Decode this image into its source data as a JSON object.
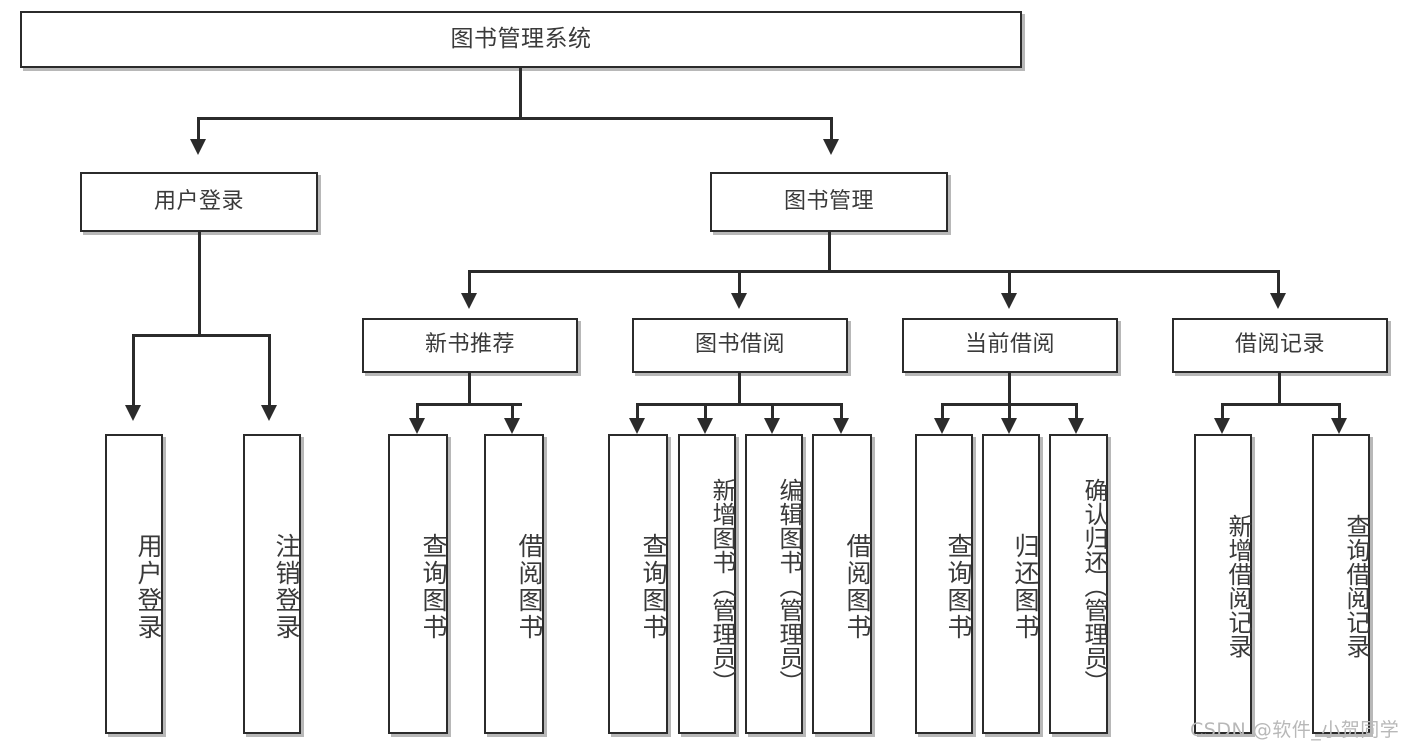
{
  "diagram": {
    "title": "图书管理系统",
    "type": "tree-hierarchy-chart",
    "root": {
      "label": "图书管理系统"
    },
    "level2": [
      {
        "label": "用户登录"
      },
      {
        "label": "图书管理"
      }
    ],
    "level3": [
      {
        "label": "新书推荐"
      },
      {
        "label": "图书借阅"
      },
      {
        "label": "当前借阅"
      },
      {
        "label": "借阅记录"
      }
    ],
    "leaves": {
      "user_login": [
        {
          "label": "用户登录"
        },
        {
          "label": "注销登录"
        }
      ],
      "new_book_recommend": [
        {
          "label": "查询图书"
        },
        {
          "label": "借阅图书"
        }
      ],
      "book_borrow": [
        {
          "label": "查询图书"
        },
        {
          "label": "新增图书（管理员）"
        },
        {
          "label": "编辑图书（管理员）"
        },
        {
          "label": "借阅图书"
        }
      ],
      "current_borrow": [
        {
          "label": "查询图书"
        },
        {
          "label": "归还图书"
        },
        {
          "label": "确认归还（管理员）"
        }
      ],
      "borrow_record": [
        {
          "label": "新增借阅记录"
        },
        {
          "label": "查询借阅记录"
        }
      ]
    }
  },
  "watermark": {
    "text": "CSDN @软件_小贺同学"
  },
  "colors": {
    "stroke": "#2b2b2b",
    "text": "#3a3a3a",
    "background": "#ffffff",
    "watermark": "#b8b8b8"
  }
}
